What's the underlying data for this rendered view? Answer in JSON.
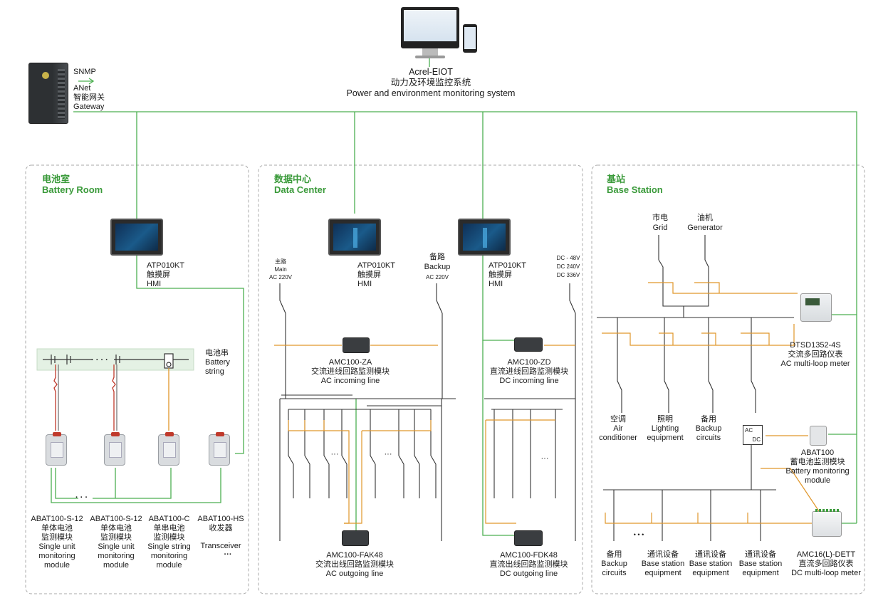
{
  "top": {
    "system_name": "Acrel-EIOT",
    "system_cn": "动力及环境监控系统",
    "system_en": "Power and environment monitoring system",
    "snmp": "SNMP",
    "gateway_model": "ANet",
    "gateway_cn": "智能网关",
    "gateway_en": "Gateway"
  },
  "battery_room": {
    "title_cn": "电池室",
    "title_en": "Battery Room",
    "hmi": [
      "ATP010KT",
      "触摸屏",
      "HMI"
    ],
    "string_label": [
      "电池串",
      "Battery",
      "string"
    ],
    "dots": "· · · ·",
    "dots2": "· · ·",
    "modules": [
      {
        "model": "ABAT100-S-12",
        "cn": "单体电池",
        "cn2": "监测模块",
        "en1": "Single unit",
        "en2": "monitoring",
        "en3": "module"
      },
      {
        "model": "ABAT100-S-12",
        "cn": "单体电池",
        "cn2": "监测模块",
        "en1": "Single unit",
        "en2": "monitoring",
        "en3": "module"
      },
      {
        "model": "ABAT100-C",
        "cn": "单串电池",
        "cn2": "监测模块",
        "en1": "Single string",
        "en2": "monitoring",
        "en3": "module"
      },
      {
        "model": "ABAT100-HS",
        "cn": "收发器",
        "cn2": "",
        "en1": "Transceiver",
        "en2": "···",
        "en3": ""
      }
    ]
  },
  "data_center": {
    "title_cn": "数据中心",
    "title_en": "Data Center",
    "hmi1": [
      "ATP010KT",
      "触摸屏",
      "HMI"
    ],
    "hmi2": [
      "ATP010KT",
      "触摸屏",
      "HMI"
    ],
    "main_label": [
      "主路",
      "Main",
      "AC 220V"
    ],
    "backup_label": [
      "备路",
      "Backup",
      "AC 220V"
    ],
    "dc_label": [
      "DC - 48V",
      "DC 240V",
      "DC 336V"
    ],
    "amc_za": [
      "AMC100-ZA",
      "交流进线回路监测模块",
      "AC incoming line"
    ],
    "amc_zd": [
      "AMC100-ZD",
      "直流进线回路监测模块",
      "DC incoming line"
    ],
    "amc_fak": [
      "AMC100-FAK48",
      "交流出线回路监测模块",
      "AC outgoing line"
    ],
    "amc_fdk": [
      "AMC100-FDK48",
      "直流出线回路监测模块",
      "DC outgoing line"
    ],
    "ellipsis": "···"
  },
  "base_station": {
    "title_cn": "基站",
    "title_en": "Base Station",
    "grid": [
      "市电",
      "Grid"
    ],
    "generator": [
      "油机",
      "Generator"
    ],
    "dtsd": [
      "DTSD1352-4S",
      "交流多回路仪表",
      "AC multi-loop meter"
    ],
    "loads": [
      [
        "空调",
        "Air",
        "conditioner"
      ],
      [
        "照明",
        "Lighting",
        "equipment"
      ],
      [
        "备用",
        "Backup",
        "circuits"
      ]
    ],
    "acdc": [
      "AC",
      "DC"
    ],
    "abat": [
      "ABAT100",
      "蓄电池监测模块",
      "Battery monitoring",
      "module"
    ],
    "bottom_loads": [
      [
        "备用",
        "Backup",
        "circuits"
      ],
      [
        "通讯设备",
        "Base station",
        "equipment"
      ],
      [
        "通讯设备",
        "Base station",
        "equipment"
      ],
      [
        "通讯设备",
        "Base station",
        "equipment"
      ]
    ],
    "amc16": [
      "AMC16(L)-DETT",
      "直流多回路仪表",
      "DC multi-loop meter"
    ],
    "ellipsis": "• • •"
  },
  "colors": {
    "bus": "#4caf50",
    "signal": "#e0962a",
    "wire": "#333333",
    "title": "#3a9a3a"
  }
}
